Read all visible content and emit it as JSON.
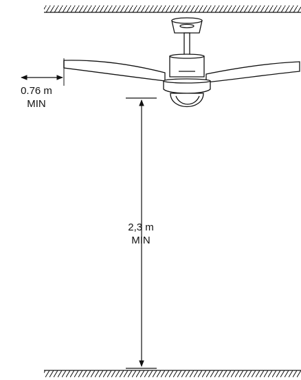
{
  "diagram": {
    "side_clearance": {
      "value": "0.76 m",
      "qualifier": "MIN"
    },
    "floor_clearance": {
      "value": "2,3 m",
      "qualifier": "MIN"
    }
  },
  "colors": {
    "line": "#111111",
    "fan_fill": "#ffffff"
  },
  "icons": {
    "fan": "ceiling-fan-icon",
    "ceiling": "hatched-ceiling",
    "floor": "hatched-floor"
  }
}
